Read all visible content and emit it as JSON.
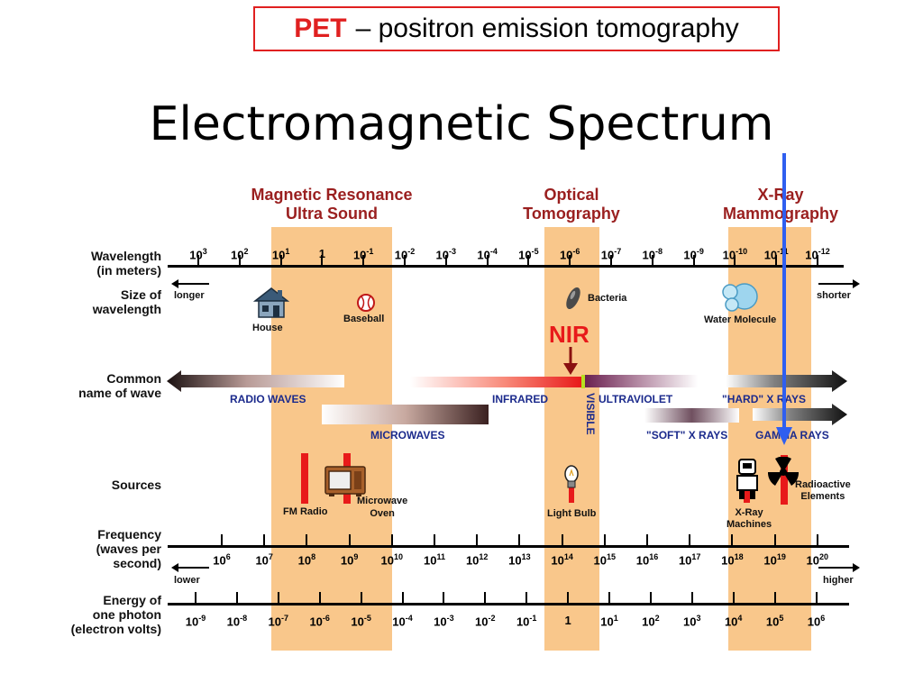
{
  "pet_note": {
    "acronym": "PET",
    "text": "– positron emission tomography"
  },
  "title": "Electromagnetic Spectrum",
  "bands": [
    {
      "line1": "Magnetic Resonance",
      "line2": "Ultra Sound"
    },
    {
      "line1": "Optical",
      "line2": "Tomography"
    },
    {
      "line1": "X-Ray",
      "line2": "Mammography"
    }
  ],
  "rows": {
    "wavelength": [
      "Wavelength",
      "(in meters)"
    ],
    "size": [
      "Size of",
      "wavelength"
    ],
    "common": [
      "Common",
      "name of wave"
    ],
    "sources": [
      "Sources"
    ],
    "frequency": [
      "Frequency",
      "(waves per",
      "second)"
    ],
    "energy": [
      "Energy of",
      "one photon",
      "(electron volts)"
    ]
  },
  "wavelength_ticks": [
    {
      "b": "10",
      "e": "3"
    },
    {
      "b": "10",
      "e": "2"
    },
    {
      "b": "10",
      "e": "1"
    },
    {
      "b": "1",
      "e": ""
    },
    {
      "b": "10",
      "e": "-1"
    },
    {
      "b": "10",
      "e": "-2"
    },
    {
      "b": "10",
      "e": "-3"
    },
    {
      "b": "10",
      "e": "-4"
    },
    {
      "b": "10",
      "e": "-5"
    },
    {
      "b": "10",
      "e": "-6"
    },
    {
      "b": "10",
      "e": "-7"
    },
    {
      "b": "10",
      "e": "-8"
    },
    {
      "b": "10",
      "e": "-9"
    },
    {
      "b": "10",
      "e": "-10"
    },
    {
      "b": "10",
      "e": "-11"
    },
    {
      "b": "10",
      "e": "-12"
    }
  ],
  "frequency_ticks": [
    {
      "b": "10",
      "e": "6"
    },
    {
      "b": "10",
      "e": "7"
    },
    {
      "b": "10",
      "e": "8"
    },
    {
      "b": "10",
      "e": "9"
    },
    {
      "b": "10",
      "e": "10"
    },
    {
      "b": "10",
      "e": "11"
    },
    {
      "b": "10",
      "e": "12"
    },
    {
      "b": "10",
      "e": "13"
    },
    {
      "b": "10",
      "e": "14"
    },
    {
      "b": "10",
      "e": "15"
    },
    {
      "b": "10",
      "e": "16"
    },
    {
      "b": "10",
      "e": "17"
    },
    {
      "b": "10",
      "e": "18"
    },
    {
      "b": "10",
      "e": "19"
    },
    {
      "b": "10",
      "e": "20"
    }
  ],
  "energy_ticks": [
    {
      "b": "10",
      "e": "-9"
    },
    {
      "b": "10",
      "e": "-8"
    },
    {
      "b": "10",
      "e": "-7"
    },
    {
      "b": "10",
      "e": "-6"
    },
    {
      "b": "10",
      "e": "-5"
    },
    {
      "b": "10",
      "e": "-4"
    },
    {
      "b": "10",
      "e": "-3"
    },
    {
      "b": "10",
      "e": "-2"
    },
    {
      "b": "10",
      "e": "-1"
    },
    {
      "b": "1",
      "e": ""
    },
    {
      "b": "10",
      "e": "1"
    },
    {
      "b": "10",
      "e": "2"
    },
    {
      "b": "10",
      "e": "3"
    },
    {
      "b": "10",
      "e": "4"
    },
    {
      "b": "10",
      "e": "5"
    },
    {
      "b": "10",
      "e": "6"
    }
  ],
  "size_labels": {
    "longer": "longer",
    "shorter": "shorter"
  },
  "freq_labels": {
    "lower": "lower",
    "higher": "higher"
  },
  "objects": {
    "house": "House",
    "baseball": "Baseball",
    "bacteria": "Bacteria",
    "water": "Water Molecule"
  },
  "nir": "NIR",
  "waves": {
    "radio": "RADIO WAVES",
    "micro": "MICROWAVES",
    "infrared": "INFRARED",
    "visible": "VISIBLE",
    "uv": "ULTRAVIOLET",
    "hard": "\"HARD\" X RAYS",
    "soft": "\"SOFT\" X RAYS",
    "gamma": "GAMMA RAYS"
  },
  "sources": {
    "fm": "FM Radio",
    "oven1": "Microwave",
    "oven2": "Oven",
    "bulb": "Light Bulb",
    "xray1": "X-Ray",
    "xray2": "Machines",
    "rad1": "Radioactive",
    "rad2": "Elements"
  },
  "colors": {
    "band": "#f9c78b",
    "pet_border": "#e02020",
    "band_title": "#9a1f1f",
    "wave_text": "#1b2a8c",
    "arrow_blue": "#2f5ff0"
  }
}
